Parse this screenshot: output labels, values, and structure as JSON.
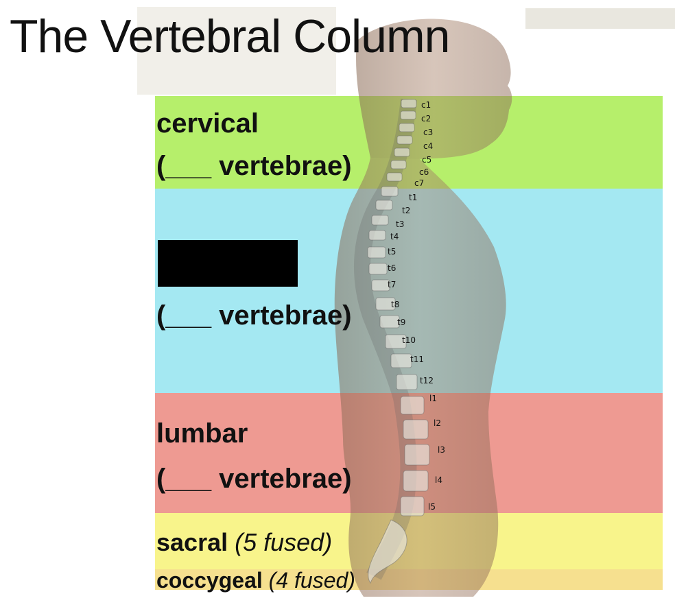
{
  "title": "The Vertebral Column",
  "regions": {
    "cervical": {
      "name": "cervical",
      "count_blank": "(___ vertebrae)",
      "color": "#b6ef6b"
    },
    "thoracic": {
      "name_redacted": true,
      "count_blank": "(___ vertebrae)",
      "color": "#a4e8f2"
    },
    "lumbar": {
      "name": "lumbar",
      "count_blank": "(___ vertebrae)",
      "color": "#ee9a92"
    },
    "sacral": {
      "name": "sacral",
      "note": "(5 fused)",
      "color": "#f8f48b"
    },
    "coccygeal": {
      "name": "coccygeal",
      "note": "(4 fused)",
      "color": "#f6e08f"
    }
  },
  "vertebra_labels": [
    "c1",
    "c2",
    "c3",
    "c4",
    "c5",
    "c6",
    "c7",
    "t1",
    "t2",
    "t3",
    "t4",
    "t5",
    "t6",
    "t7",
    "t8",
    "t9",
    "t10",
    "t11",
    "t12",
    "l1",
    "l2",
    "l3",
    "l4",
    "l5"
  ]
}
